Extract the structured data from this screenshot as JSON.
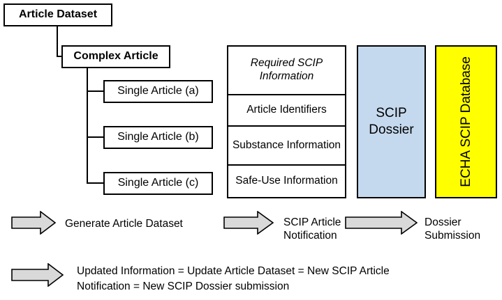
{
  "diagram": {
    "title_boxes": {
      "article_dataset": "Article Dataset",
      "complex_article": "Complex Article",
      "single_article_a": "Single Article (a)",
      "single_article_b": "Single Article (b)",
      "single_article_c": "Single Article (c)"
    },
    "scip_table": {
      "header": "Required SCIP Information",
      "rows": [
        "Article Identifiers",
        "Substance Information",
        "Safe-Use Information"
      ]
    },
    "dossier_box": "SCIP Dossier",
    "database_box": "ECHA SCIP Database",
    "flows": [
      {
        "label": "Generate Article Dataset"
      },
      {
        "label": "SCIP Article Notification"
      },
      {
        "label": "Dossier Submission"
      }
    ],
    "footer": {
      "line1": "Updated Information = Update Article Dataset = New SCIP Article",
      "line2": "Notification = New SCIP Dossier submission"
    },
    "colors": {
      "dossier_fill": "#c5d9ee",
      "database_fill": "#ffff00",
      "arrow_fill": "#d9d9d9",
      "stroke": "#000000"
    }
  }
}
